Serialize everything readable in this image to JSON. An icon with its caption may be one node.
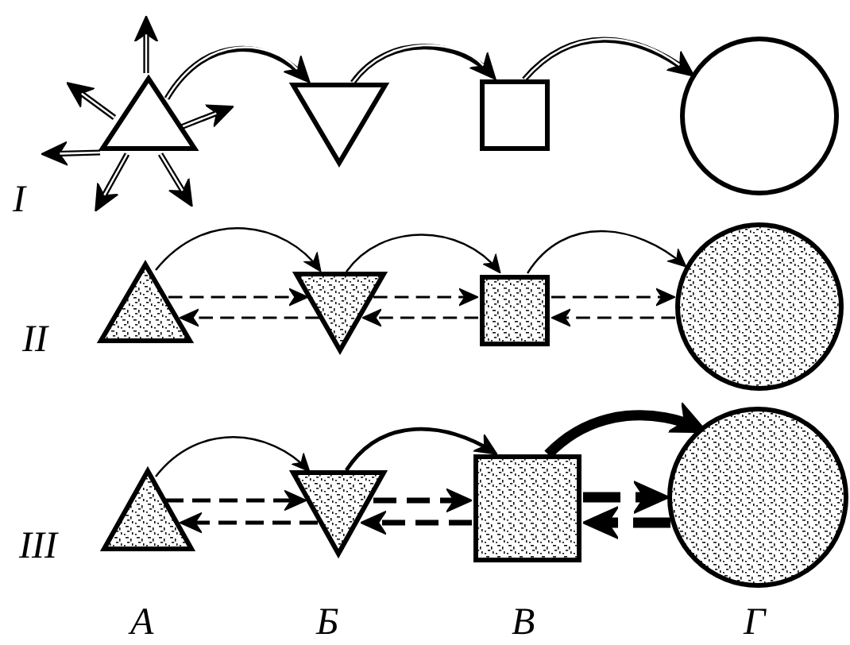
{
  "diagram": {
    "nodes": [
      {
        "text": [],
        "shape": "triangle"
      },
      {
        "text": [],
        "shape": "triangle"
      },
      {
        "text": [],
        "shape": "box"
      },
      {
        "text": [],
        "shape": "circle"
      },
      {
        "text": [],
        "shape": "triangle"
      },
      {
        "text": [],
        "shape": "triangle"
      },
      {
        "text": [],
        "shape": "box"
      },
      {
        "text": [],
        "shape": "circle"
      },
      {
        "text": [],
        "shape": "triangle"
      },
      {
        "text": [],
        "shape": "triangle"
      },
      {
        "text": [],
        "shape": "box"
      },
      {
        "text": [],
        "shape": "circle"
      }
    ],
    "edges": [
      {
        "from": 0,
        "to": 1,
        "arrow": "to"
      },
      {
        "from": 1,
        "to": 2,
        "arrow": "to"
      },
      {
        "from": 2,
        "to": 3,
        "arrow": "to"
      },
      {
        "from": 0,
        "to": null,
        "arrow": "to"
      },
      {
        "from": 0,
        "to": null,
        "arrow": "to"
      },
      {
        "from": 0,
        "to": null,
        "arrow": "to"
      },
      {
        "from": 0,
        "to": null,
        "arrow": "to"
      },
      {
        "from": 0,
        "to": null,
        "arrow": "to"
      },
      {
        "from": 0,
        "to": null,
        "arrow": "to"
      },
      {
        "from": 4,
        "to": 5,
        "arrow": "to"
      },
      {
        "from": 5,
        "to": 6,
        "arrow": "to"
      },
      {
        "from": 6,
        "to": 7,
        "arrow": "to"
      },
      {
        "from": 4,
        "to": 5,
        "arrow": "to",
        "style": "dashed"
      },
      {
        "from": 5,
        "to": 4,
        "arrow": "to",
        "style": "dashed"
      },
      {
        "from": 5,
        "to": 6,
        "arrow": "to",
        "style": "dashed"
      },
      {
        "from": 6,
        "to": 5,
        "arrow": "to",
        "style": "dashed"
      },
      {
        "from": 6,
        "to": 7,
        "arrow": "to",
        "style": "dashed"
      },
      {
        "from": 7,
        "to": 6,
        "arrow": "to",
        "style": "dashed"
      },
      {
        "from": 8,
        "to": 9,
        "arrow": "to"
      },
      {
        "from": 9,
        "to": 10,
        "arrow": "to"
      },
      {
        "from": 10,
        "to": 11,
        "arrow": "to",
        "style": "thick"
      },
      {
        "from": 8,
        "to": 9,
        "arrow": "to",
        "style": "dashed"
      },
      {
        "from": 9,
        "to": 8,
        "arrow": "to",
        "style": "dashed"
      },
      {
        "from": 9,
        "to": 10,
        "arrow": "to",
        "style": "dashed"
      },
      {
        "from": 10,
        "to": 9,
        "arrow": "to",
        "style": "dashed"
      },
      {
        "from": 10,
        "to": 11,
        "arrow": "to",
        "style": "dashed"
      },
      {
        "from": 11,
        "to": 10,
        "arrow": "to",
        "style": "dashed"
      }
    ],
    "labels": [
      "I",
      "II",
      "III",
      "А",
      "Б",
      "В",
      "Г"
    ]
  }
}
